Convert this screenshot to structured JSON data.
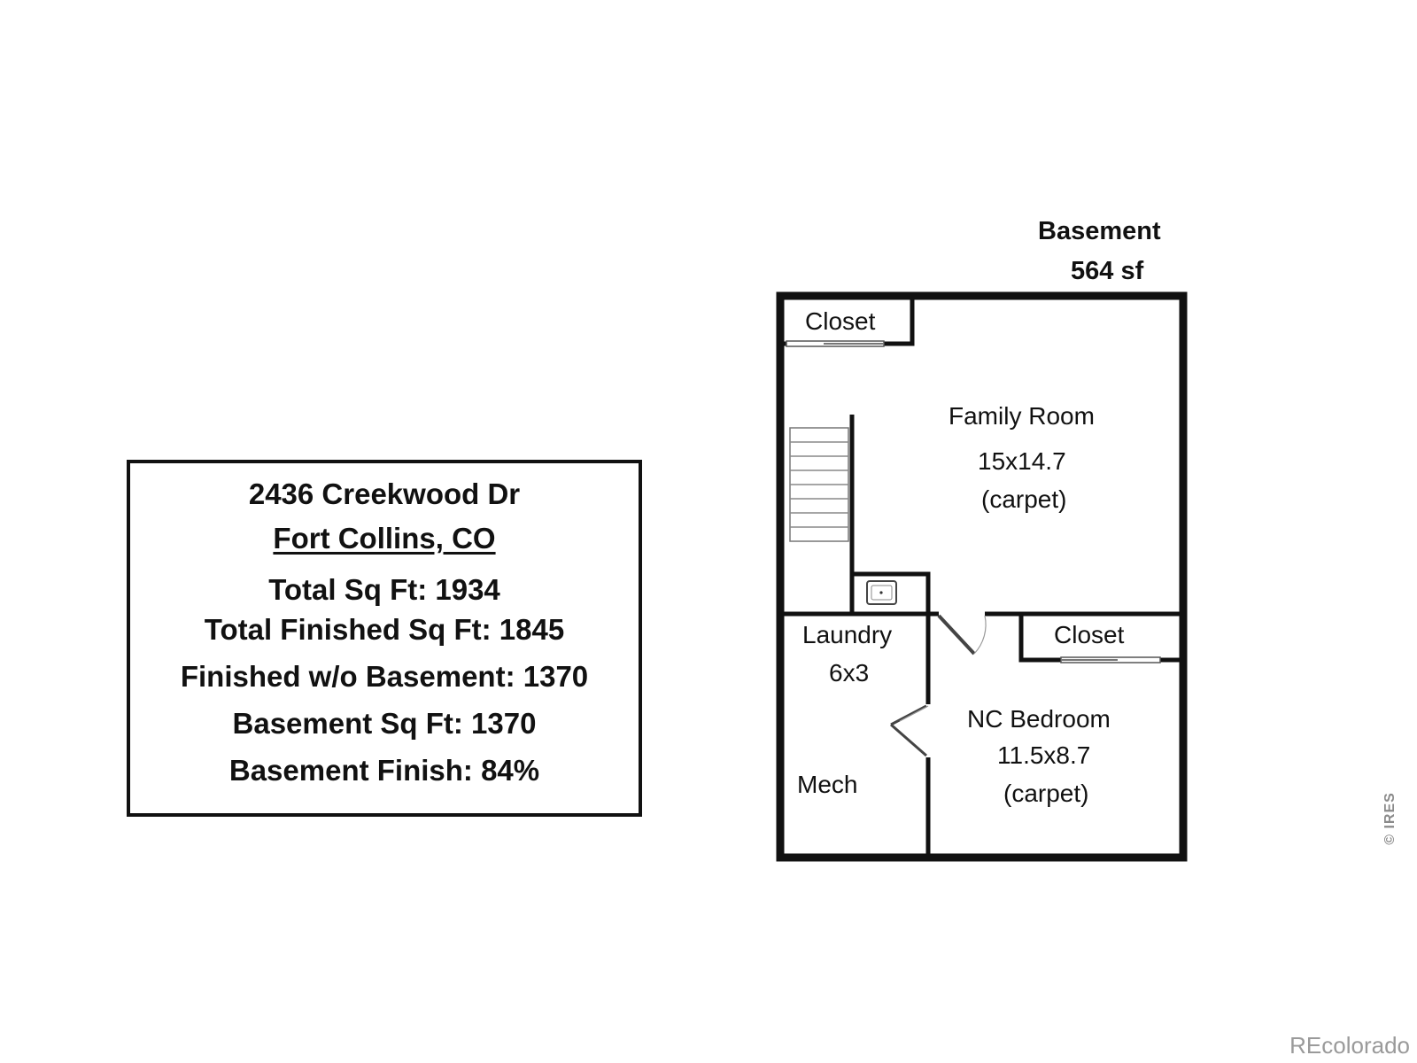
{
  "info": {
    "address": "2436 Creekwood Dr",
    "city": "Fort Collins, CO",
    "total_sqft": "Total Sq Ft: 1934",
    "total_finished_sqft": "Total Finished Sq Ft: 1845",
    "finished_without_basement": "Finished w/o Basement: 1370",
    "basement_sqft": "Basement Sq Ft: 1370",
    "basement_finish": "Basement Finish: 84%"
  },
  "floor": {
    "name": "Basement",
    "area": "564 sf"
  },
  "rooms": {
    "closet_top": "Closet",
    "family_room": {
      "name": "Family Room",
      "size": "15x14.7",
      "floor": "(carpet)"
    },
    "laundry": {
      "name": "Laundry",
      "size": "6x3"
    },
    "mech": "Mech",
    "closet_bedroom": "Closet",
    "bedroom": {
      "name": "NC Bedroom",
      "size": "11.5x8.7",
      "floor": "(carpet)"
    }
  },
  "watermarks": {
    "ires": "© IRES",
    "recolorado": "REcolorado"
  },
  "colors": {
    "wall": "#111111",
    "background": "#ffffff",
    "watermark": "#9a9a9a"
  }
}
